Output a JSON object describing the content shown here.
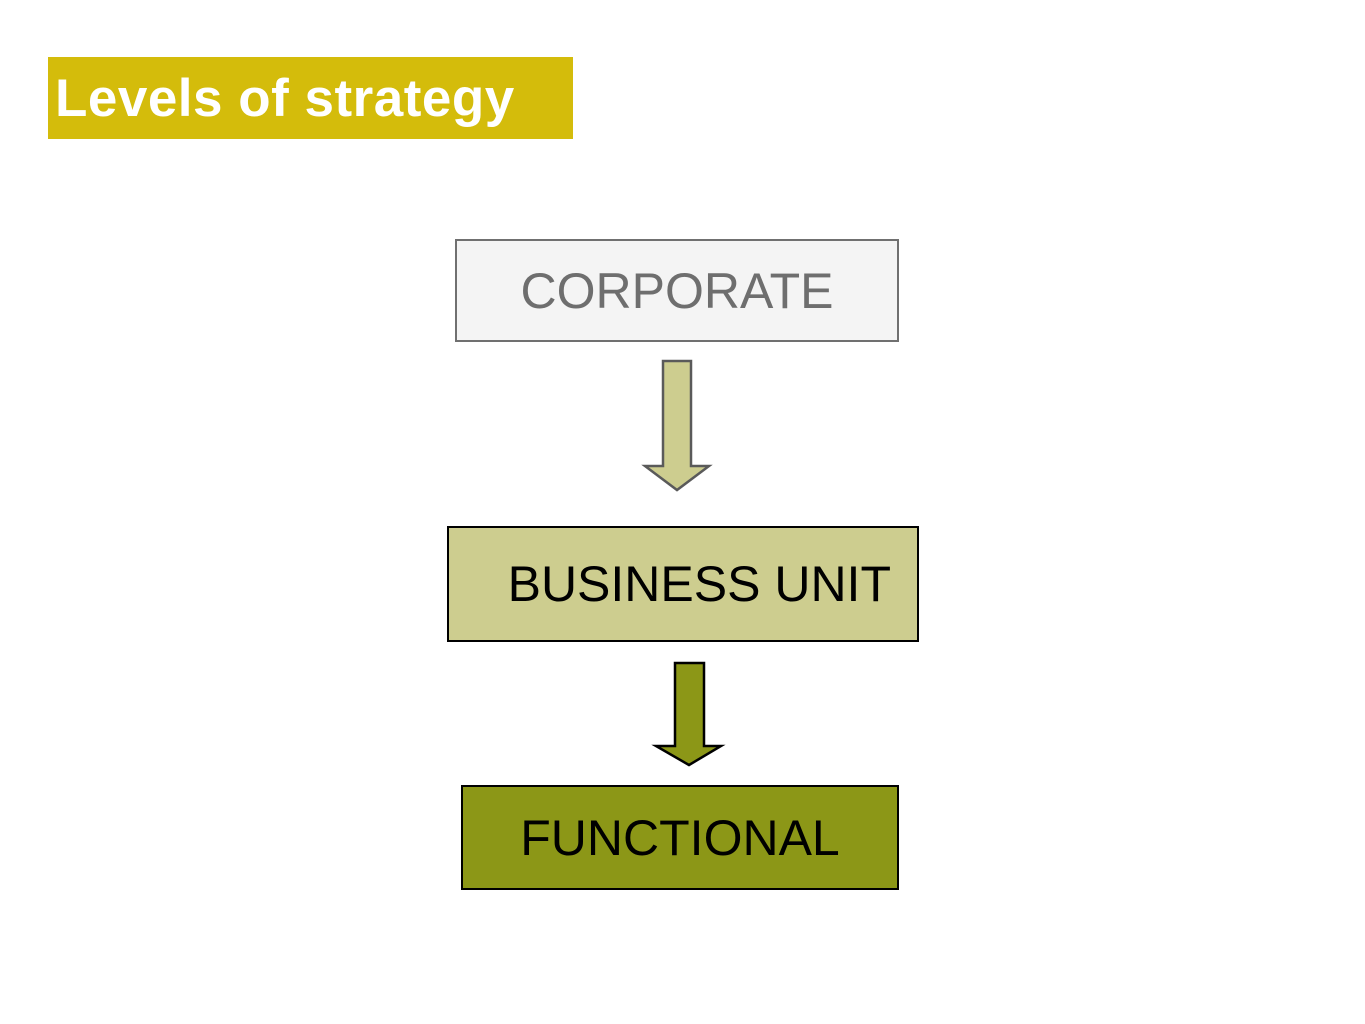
{
  "title": "Levels of strategy",
  "levels": [
    {
      "label": "CORPORATE"
    },
    {
      "label": "BUSINESS UNIT"
    },
    {
      "label": "FUNCTIONAL"
    }
  ],
  "colors": {
    "title_bg": "#d4bc0b",
    "corporate_fill": "#f4f4f4",
    "business_fill": "#cdcd8f",
    "functional_fill": "#8c9717",
    "arrow_1_fill": "#cdcd8f",
    "arrow_2_fill": "#8c9717"
  },
  "icons": [
    "arrow-down-icon",
    "arrow-down-icon"
  ]
}
